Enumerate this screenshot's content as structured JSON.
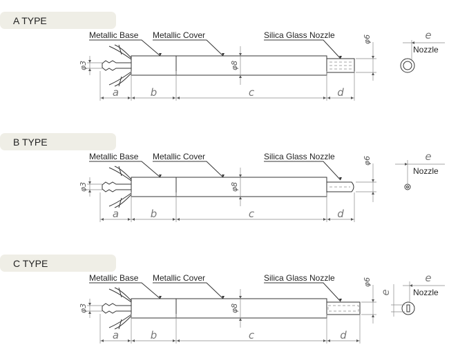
{
  "sections": [
    {
      "header": "A TYPE",
      "labels": {
        "base": "Metallic Base",
        "cover": "Metallic Cover",
        "nozzle": "Silica Glass Nozzle",
        "nozzle_view": "Nozzle"
      },
      "dims": {
        "d3": "φ3",
        "d8": "φ8",
        "d6": "φ6",
        "a": "a",
        "b": "b",
        "c": "c",
        "d": "d",
        "e": "e"
      }
    },
    {
      "header": "B TYPE",
      "labels": {
        "base": "Metallic Base",
        "cover": "Metallic Cover",
        "nozzle": "Silica Glass Nozzle",
        "nozzle_view": "Nozzle"
      },
      "dims": {
        "d3": "φ3",
        "d8": "φ8",
        "d6": "φ6",
        "a": "a",
        "b": "b",
        "c": "c",
        "d": "d",
        "e": "e"
      }
    },
    {
      "header": "C TYPE",
      "labels": {
        "base": "Metallic Base",
        "cover": "Metallic Cover",
        "nozzle": "Silica Glass Nozzle",
        "nozzle_view": "Nozzle"
      },
      "dims": {
        "d3": "φ3",
        "d8": "φ8",
        "d6": "φ6",
        "a": "a",
        "b": "b",
        "c": "c",
        "d": "d",
        "e": "e",
        "e_side": "e"
      }
    }
  ]
}
